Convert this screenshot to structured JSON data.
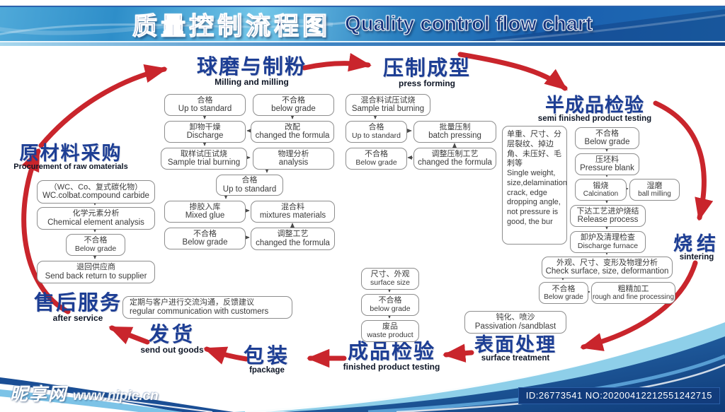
{
  "banner": {
    "title_zh": "质量控制流程图",
    "title_en": "Quality control flow chart"
  },
  "stages": {
    "raw": {
      "zh": "原材料采购",
      "en": "Procurement of raw omaterials"
    },
    "milling": {
      "zh": "球磨与制粉",
      "en": "Milling and milling"
    },
    "press": {
      "zh": "压制成型",
      "en": "press forming"
    },
    "semi": {
      "zh": "半成品检验",
      "en": "semi finished product testing"
    },
    "sinter": {
      "zh": "烧结",
      "en": "sintering"
    },
    "surface": {
      "zh": "表面处理",
      "en": "surface treatment"
    },
    "product": {
      "zh": "成品检验",
      "en": "finished product testing"
    },
    "package": {
      "zh": "包装",
      "en": "fpackage"
    },
    "delivery": {
      "zh": "发货",
      "en": "send out goods"
    },
    "service": {
      "zh": "售后服务",
      "en": "after service"
    }
  },
  "boxes": {
    "m1": {
      "zh": "合格",
      "en": "Up to standard"
    },
    "m2": {
      "zh": "不合格",
      "en": "below grade"
    },
    "m3": {
      "zh": "卸物干燥",
      "en": "Discharge"
    },
    "m4": {
      "zh": "改配",
      "en": "changed the formula"
    },
    "m5": {
      "zh": "取样试压试烧",
      "en": "Sample trial burning"
    },
    "m6": {
      "zh": "物理分析",
      "en": "analysis"
    },
    "m7": {
      "zh": "合格",
      "en": "Up to standard"
    },
    "m8": {
      "zh": "掺胶入库",
      "en": "Mixed glue"
    },
    "m9": {
      "zh": "混合料",
      "en": "mixtures materials"
    },
    "m10": {
      "zh": "不合格",
      "en": "Below grade"
    },
    "m11": {
      "zh": "调整工艺",
      "en": "changed the formula"
    },
    "p1": {
      "zh": "混合料试压试烧",
      "en": "Sample trial burning"
    },
    "p2": {
      "zh": "合格",
      "en": "Up to standard"
    },
    "p3": {
      "zh": "批量压制",
      "en": "batch pressing"
    },
    "p4": {
      "zh": "不合格",
      "en": "Below grade"
    },
    "p5": {
      "zh": "调整压制工艺",
      "en": "changed the formula"
    },
    "s0": {
      "zh": "单重、尺寸、分层裂纹、掉边角、未压好、毛刺等",
      "en": "Single weight, size,delamination crack, edge dropping angle, not pressure is good, the bur"
    },
    "s1": {
      "zh": "不合格",
      "en": "Below grade"
    },
    "s2": {
      "zh": "压坯料",
      "en": "Pressure blank"
    },
    "s3": {
      "zh": "锻烧",
      "en": "Calcination"
    },
    "s4": {
      "zh": "湿磨",
      "en": "ball milling"
    },
    "s5": {
      "zh": "下达工艺进炉烧结",
      "en": "Release process"
    },
    "s6": {
      "zh": "卸炉及清理检查",
      "en": "Discharge furnace"
    },
    "s7": {
      "zh": "外观、尺寸、变形及物理分析",
      "en": "Check surface, size, deformantion"
    },
    "s8": {
      "zh": "不合格",
      "en": "Below grade"
    },
    "s9": {
      "zh": "粗精加工",
      "en": "rough and fine processing"
    },
    "su1": {
      "zh": "钝化、喷沙",
      "en": "Passivation /sandblast"
    },
    "f1": {
      "zh": "尺寸、外观",
      "en": "surface size"
    },
    "f2": {
      "zh": "不合格",
      "en": "below grade"
    },
    "f3": {
      "zh": "废品",
      "en": "waste product"
    },
    "l1": {
      "zh": "（WC、Co、复式碳化物）",
      "en": "WC.colbat.compound carbide"
    },
    "l2": {
      "zh": "化学元素分析",
      "en": "Chemical element analysis"
    },
    "l3": {
      "zh": "不合格",
      "en": "Below grade"
    },
    "l4": {
      "zh": "退回供应商",
      "en": "Send back return to supplier"
    },
    "a1": {
      "zh": "定期与客户进行交流沟通，反馈建议",
      "en": "regular communication with customers"
    }
  },
  "footer": {
    "watermark_logo": "昵享网",
    "watermark_url": "www.nipic.cn",
    "id_text": "ID:26773541 NO:20200412212551242715"
  },
  "colors": {
    "arrow_red": "#c9252c",
    "heading_blue": "#1d3e94",
    "box_border": "#8d8d8d"
  }
}
